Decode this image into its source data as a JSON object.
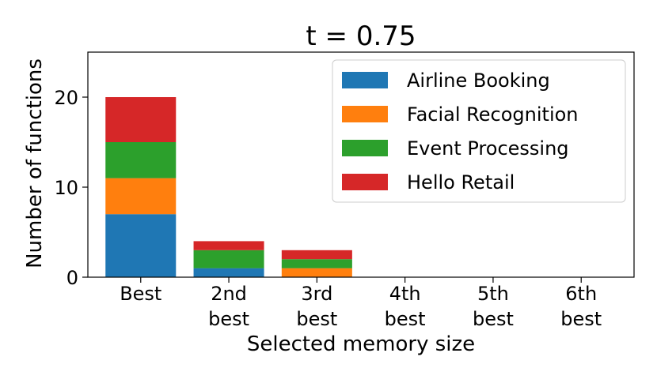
{
  "chart_data": {
    "type": "bar",
    "stacked": true,
    "title": "t = 0.75",
    "xlabel": "Selected memory size",
    "ylabel": "Number of functions",
    "categories": [
      [
        "Best"
      ],
      [
        "2nd",
        "best"
      ],
      [
        "3rd",
        "best"
      ],
      [
        "4th",
        "best"
      ],
      [
        "5th",
        "best"
      ],
      [
        "6th",
        "best"
      ]
    ],
    "ylim": [
      0,
      25
    ],
    "yticks": [
      0,
      10,
      20
    ],
    "grid": false,
    "legend_position": "top-right",
    "series": [
      {
        "name": "Airline Booking",
        "color": "#1f77b4",
        "values": [
          7,
          1,
          0,
          0,
          0,
          0
        ]
      },
      {
        "name": "Facial Recognition",
        "color": "#ff7f0e",
        "values": [
          4,
          0,
          1,
          0,
          0,
          0
        ]
      },
      {
        "name": "Event Processing",
        "color": "#2ca02c",
        "values": [
          4,
          2,
          1,
          0,
          0,
          0
        ]
      },
      {
        "name": "Hello Retail",
        "color": "#d62728",
        "values": [
          5,
          1,
          1,
          0,
          0,
          0
        ]
      }
    ]
  }
}
